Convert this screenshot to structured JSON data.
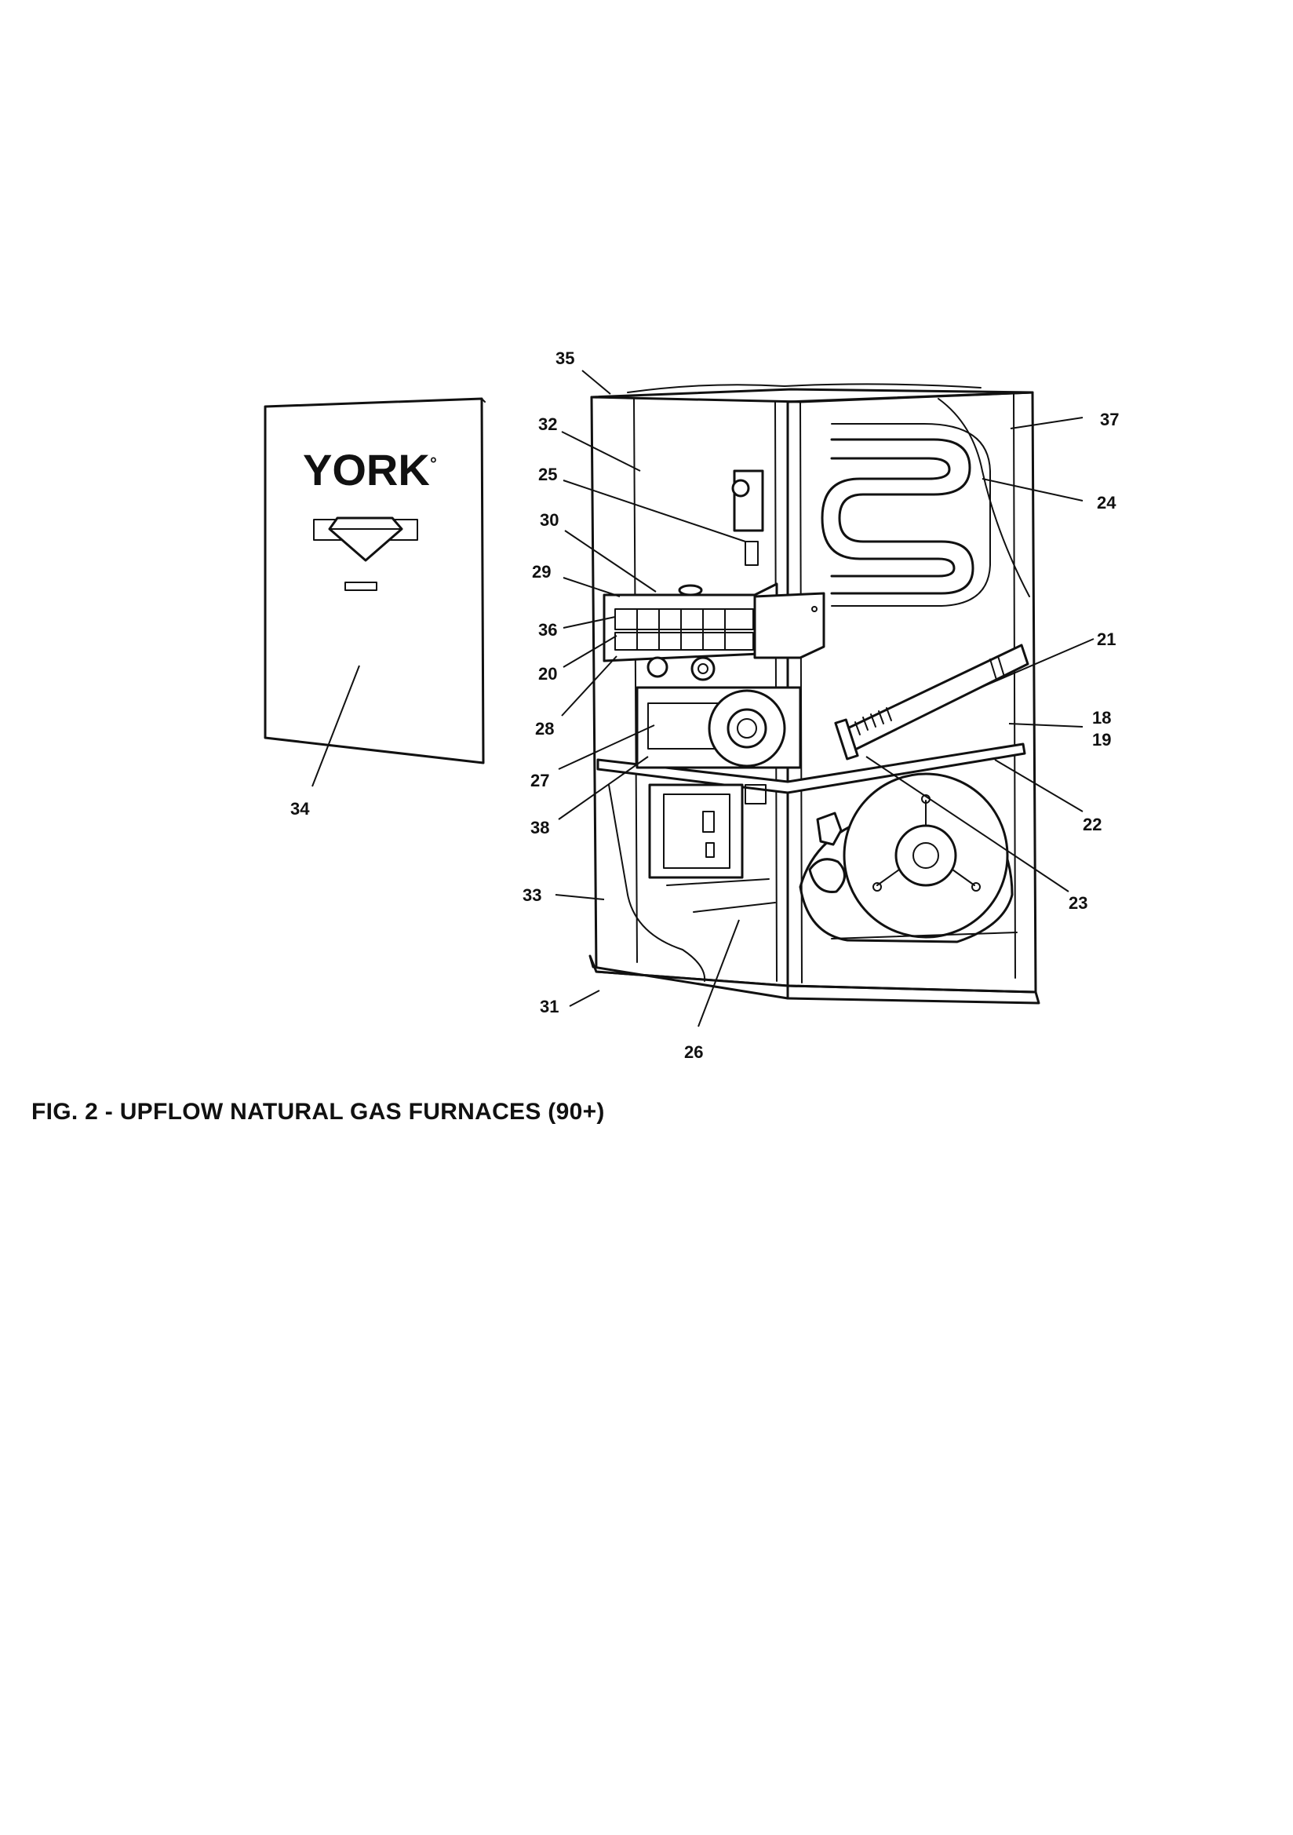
{
  "figure": {
    "caption": "FIG. 2 - UPFLOW NATURAL GAS FURNACES (90+)",
    "brand_logo_text": "YORK",
    "logo_mark": "°"
  },
  "callouts": {
    "c35": "35",
    "c32": "32",
    "c25": "25",
    "c30": "30",
    "c29": "29",
    "c36": "36",
    "c20": "20",
    "c28": "28",
    "c27": "27",
    "c38": "38",
    "c33": "33",
    "c31": "31",
    "c26": "26",
    "c37": "37",
    "c24": "24",
    "c21": "21",
    "c18": "18",
    "c19": "19",
    "c22": "22",
    "c23": "23",
    "c34": "34"
  }
}
